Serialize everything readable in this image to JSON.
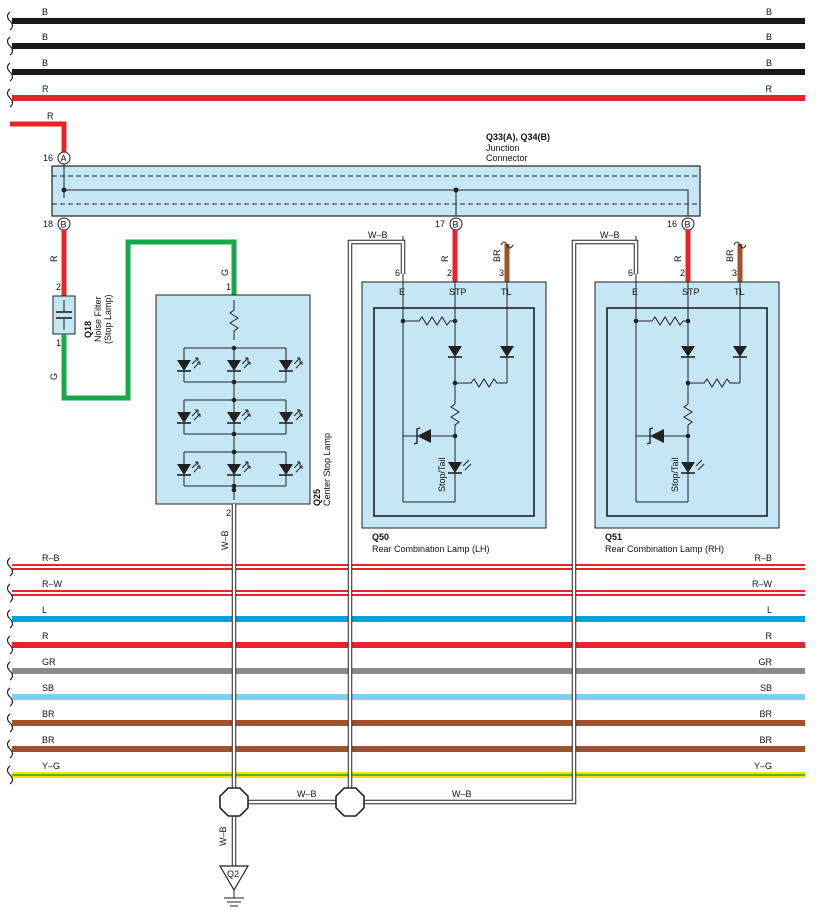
{
  "colors": {
    "black": "#1a1a1a",
    "red": "#e8232a",
    "green": "#16a84a",
    "blue": "#00a3e0",
    "gray": "#8a8a8a",
    "sky_blue": "#7fd0ec",
    "brown": "#a0522d",
    "yellow": "#f2e600",
    "component_fill": "#c5e6f5",
    "shield": "#ffffff"
  },
  "top_wires": [
    {
      "label_left": "B",
      "label_right": "B",
      "color": "black"
    },
    {
      "label_left": "B",
      "label_right": "B",
      "color": "black"
    },
    {
      "label_left": "B",
      "label_right": "B",
      "color": "black"
    },
    {
      "label_left": "R",
      "label_right": "R",
      "color": "red"
    }
  ],
  "bottom_wires": [
    {
      "label_left": "R–B",
      "label_right": "R–B",
      "color": "red",
      "stripe": "white"
    },
    {
      "label_left": "R–W",
      "label_right": "R–W",
      "color": "red",
      "stripe": "white"
    },
    {
      "label_left": "L",
      "label_right": "L",
      "color": "blue"
    },
    {
      "label_left": "R",
      "label_right": "R",
      "color": "red"
    },
    {
      "label_left": "GR",
      "label_right": "GR",
      "color": "gray"
    },
    {
      "label_left": "SB",
      "label_right": "SB",
      "color": "sky_blue"
    },
    {
      "label_left": "BR",
      "label_right": "BR",
      "color": "brown"
    },
    {
      "label_left": "BR",
      "label_right": "BR",
      "color": "brown"
    },
    {
      "label_left": "Y–G",
      "label_right": "Y–G",
      "color": "yellow",
      "stripe": "green"
    }
  ],
  "junction": {
    "code": "Q33(A), Q34(B)",
    "name_line1": "Junction",
    "name_line2": "Connector",
    "pin_a": {
      "letter": "A",
      "num": "16"
    },
    "pin_b1": {
      "letter": "B",
      "num": "18"
    },
    "pin_b2": {
      "letter": "B",
      "num": "17"
    },
    "pin_b3": {
      "letter": "B",
      "num": "16"
    },
    "feed_wire": "R"
  },
  "noise_filter": {
    "code": "Q18",
    "name_line1": "Noise Filter",
    "name_line2": "(Stop Lamp)",
    "pin_top": "2",
    "pin_bottom": "1",
    "wire_in": "R",
    "wire_out": "G"
  },
  "center_stop_lamp": {
    "code": "Q25",
    "name": "Center Stop Lamp",
    "pin_in": "1",
    "pin_out": "2",
    "wire_in": "G",
    "wire_out": "W–B"
  },
  "rear_lh": {
    "code": "Q50",
    "name": "Rear Combination Lamp (LH)",
    "pin_e": "6",
    "pin_stp": "2",
    "pin_tl": "3",
    "term_e": "E",
    "term_stp": "STP",
    "term_tl": "TL",
    "wire_e": "W–B",
    "wire_stp": "R",
    "wire_tl": "BR",
    "inner_label": "Stop/Tail"
  },
  "rear_rh": {
    "code": "Q51",
    "name": "Rear Combination Lamp (RH)",
    "pin_e": "6",
    "pin_stp": "2",
    "pin_tl": "3",
    "term_e": "E",
    "term_stp": "STP",
    "term_tl": "TL",
    "wire_e": "W–B",
    "wire_stp": "R",
    "wire_tl": "BR",
    "inner_label": "Stop/Tail"
  },
  "ground": {
    "code": "Q2",
    "wire_down": "W–B",
    "wire_link1": "W–B",
    "wire_link2": "W–B"
  }
}
